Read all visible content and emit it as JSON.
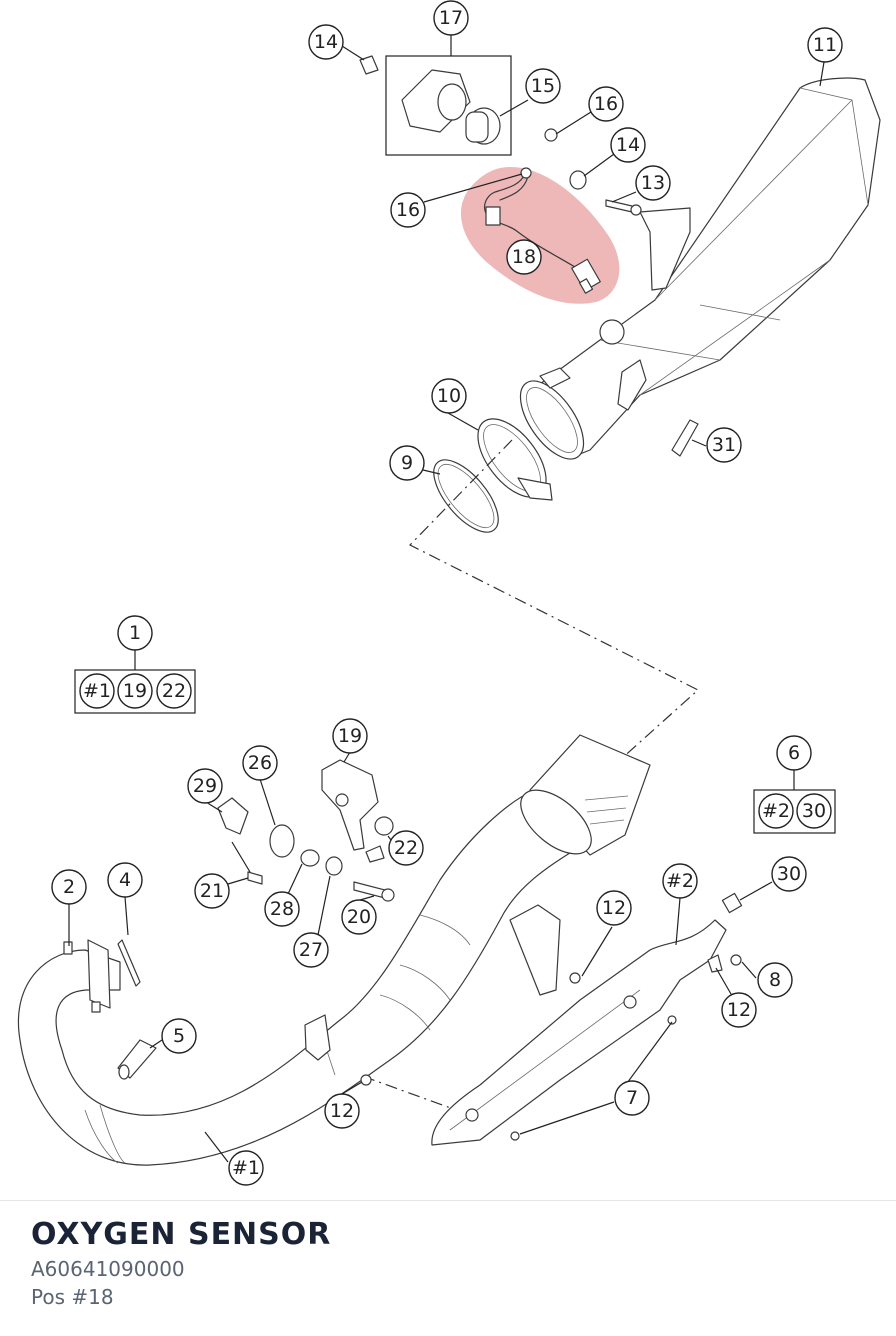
{
  "highlight_color": "#e8a0a0",
  "callouts": {
    "c17": "17",
    "c14a": "14",
    "c15": "15",
    "c16a": "16",
    "c11": "11",
    "c14b": "14",
    "c16b": "16",
    "c13": "13",
    "c18": "18",
    "c10": "10",
    "c9": "9",
    "c31": "31",
    "c1": "1",
    "c6": "6",
    "c19": "19",
    "c26": "26",
    "c29": "29",
    "c22": "22",
    "c21": "21",
    "c28": "28",
    "c20": "20",
    "c27": "27",
    "c2": "2",
    "c4": "4",
    "c5": "5",
    "c12a": "12",
    "c12b": "12",
    "c12c": "12",
    "c2b": "#2",
    "c30": "30",
    "c8": "8",
    "c7": "7",
    "c1b": "#1"
  },
  "kits": {
    "kit1": [
      "#1",
      "19",
      "22"
    ],
    "kit6": [
      "#2",
      "30"
    ]
  },
  "footer": {
    "title": "OXYGEN SENSOR",
    "part_number": "A60641090000",
    "position": "Pos #18"
  }
}
